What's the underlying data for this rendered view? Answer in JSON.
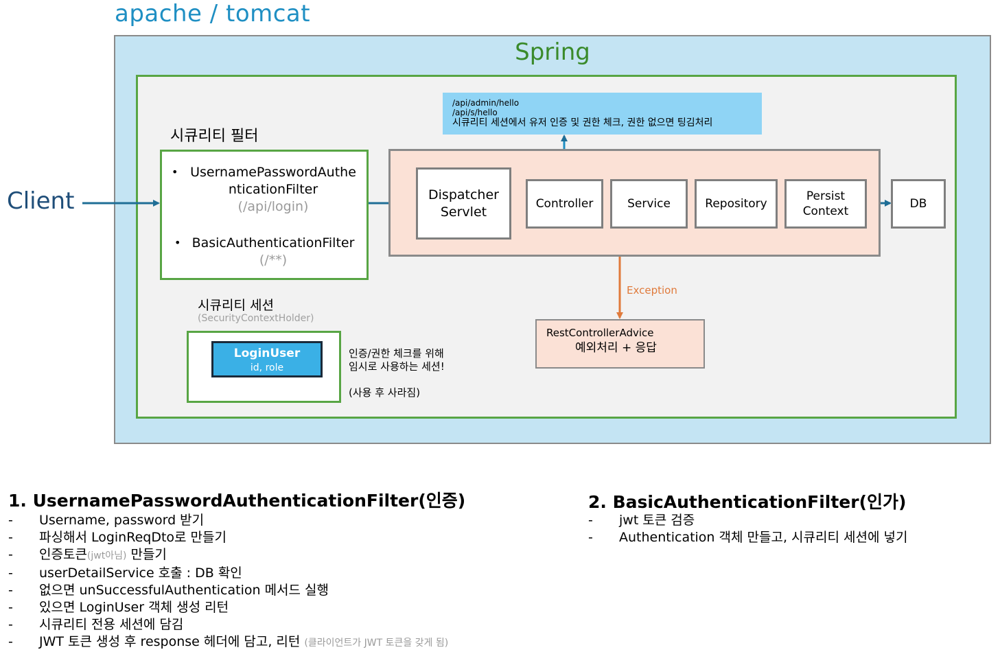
{
  "tomcat": {
    "title": "apache / tomcat"
  },
  "spring": {
    "title": "Spring"
  },
  "client": {
    "label": "Client"
  },
  "filter": {
    "title": "시큐리티 필터",
    "items": [
      {
        "bullet": "•",
        "name_line1": "UsernamePasswordAuthe",
        "name_line2": "nticationFilter",
        "path": "(/api/login)"
      },
      {
        "bullet": "•",
        "name_line1": "BasicAuthenticationFilter",
        "path": "(/**)"
      }
    ]
  },
  "api_note": {
    "line1": "/api/admin/hello",
    "line2": "/api/s/hello",
    "line3": "시큐리티 세션에서 유저 인증 및 권한 체크, 권한 없으면 팅김처리"
  },
  "mvc": {
    "dispatcher_line1": "Dispatcher",
    "dispatcher_line2": "Servlet",
    "controller": "Controller",
    "service": "Service",
    "repository": "Repository",
    "persist_line1": "Persist",
    "persist_line2": "Context",
    "db": "DB"
  },
  "exception": {
    "label": "Exception",
    "rca_title": "RestControllerAdvice",
    "rca_sub": "예외처리 + 응답"
  },
  "session": {
    "title": "시큐리티 세션",
    "subtitle": "(SecurityContextHolder)",
    "user_title": "LoginUser",
    "user_fields": "id, role",
    "note_line1": "인증/권한 체크를 위해",
    "note_line2": "임시로 사용하는 세션!",
    "note_line3": "(사용 후 사라짐)"
  },
  "section1": {
    "title": "1. UsernamePasswordAuthenticationFilter(인증)",
    "dash": "-",
    "items": [
      "Username, password 받기",
      "파싱해서 LoginReqDto로 만들기",
      "인증토큰",
      "userDetailService 호출 : DB 확인",
      "없으면 unSuccessfulAuthentication 메서드 실행",
      "있으면 LoginUser 객체 생성 리턴",
      "시큐리티 전용 세션에 담김",
      "JWT 토큰 생성 후 response 헤더에 담고, 리턴"
    ],
    "item3_note": "(jwt아님)",
    "item3_suffix": " 만들기",
    "item8_note": "(클라이언트가 JWT 토큰을 갖게 됨)"
  },
  "section2": {
    "title": "2. BasicAuthenticationFilter(인가)",
    "dash": "-",
    "items": [
      "jwt 토큰 검증",
      "Authentication 객체 만들고, 시큐리티 세션에 넣기"
    ]
  },
  "colors": {
    "tomcat_bg": "#c4e4f3",
    "spring_border": "#58a544",
    "arrow_blue": "#1f6e96",
    "exception_orange": "#e07a3b",
    "loginuser_fill": "#3ab0e6"
  }
}
